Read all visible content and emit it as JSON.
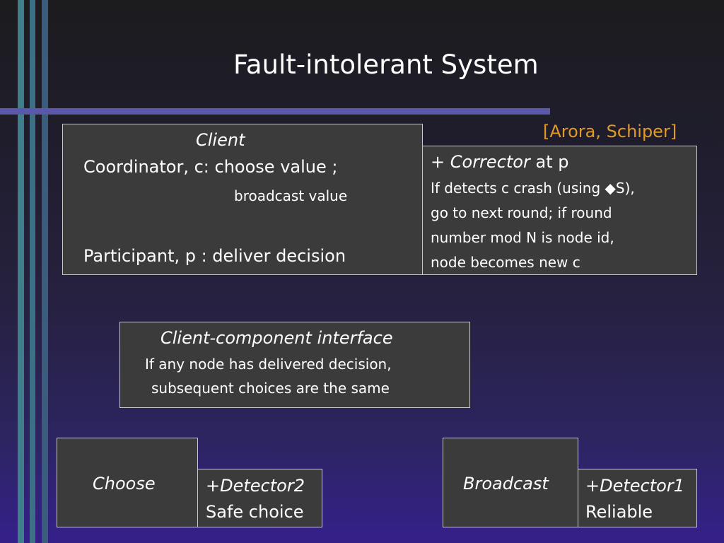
{
  "slide": {
    "title": "Fault-intolerant System",
    "citation": "[Arora, Schiper]"
  },
  "client": {
    "heading": "Client",
    "line1": "Coordinator, c: choose value ;",
    "line2": "broadcast  value",
    "symbol": "",
    "line3": "Participant, p : deliver decision"
  },
  "corrector": {
    "prefix": "+ ",
    "name": "Corrector",
    "suffix": " at p",
    "line1": "If detects c crash (using ◆S),",
    "line2": "go to next round; if round",
    "line3": "number mod N is node id,",
    "line4": "node becomes new c"
  },
  "interface": {
    "heading": "Client-component interface",
    "line1": "If any node has delivered decision,",
    "line2": "subsequent choices are the same"
  },
  "choose": {
    "label": "Choose",
    "detector": "+Detector2",
    "property": "Safe choice"
  },
  "broadcast": {
    "label": "Broadcast",
    "detector": "+Detector1",
    "property": "Reliable"
  }
}
